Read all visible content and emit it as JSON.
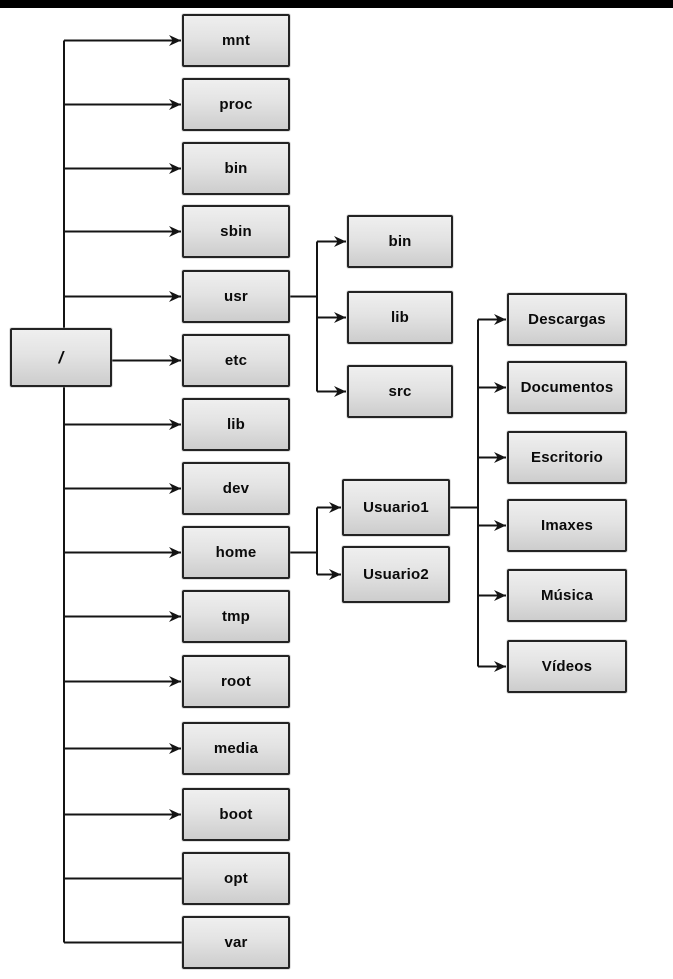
{
  "page": {
    "top_bar_color": "#000000",
    "background_color": "#ffffff"
  },
  "style": {
    "box_fill_top": "#efefef",
    "box_fill_bottom": "#cdcdcd",
    "box_border": "#232323",
    "connector_color": "#141414",
    "label_color": "#0a0a0a"
  },
  "tree": {
    "root": "/",
    "level1": [
      "mnt",
      "proc",
      "bin",
      "sbin",
      "usr",
      "etc",
      "lib",
      "dev",
      "home",
      "tmp",
      "root",
      "media",
      "boot",
      "opt",
      "var"
    ],
    "usr_children": [
      "bin",
      "lib",
      "src"
    ],
    "home_children": [
      "Usuario1",
      "Usuario2"
    ],
    "usuario1_children": [
      "Descargas",
      "Documentos",
      "Escritorio",
      "Imaxes",
      "Música",
      "Vídeos"
    ]
  }
}
